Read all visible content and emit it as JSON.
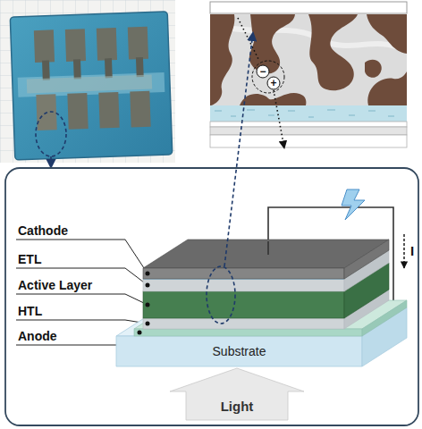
{
  "diagram": {
    "nodes": [
      {
        "text": [
          "Substrate"
        ]
      },
      {
        "text": [
          "Light"
        ]
      }
    ],
    "labels": [
      "Cathode",
      "ETL",
      "Active Layer",
      "HTL",
      "Anode",
      "I",
      "−",
      "+"
    ]
  }
}
